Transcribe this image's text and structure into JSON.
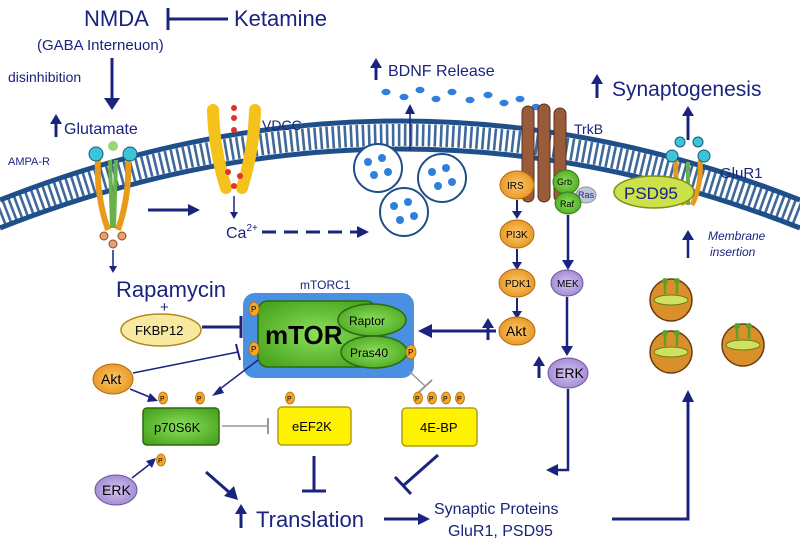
{
  "colors": {
    "navy": "#1a237e",
    "membrane_blue": "#1f4f8a",
    "orange": "#f5a623",
    "green": "#5cbf2a",
    "yellow": "#fff200",
    "purple": "#b29ad8",
    "mtor_blue": "#4a90e2",
    "brown": "#9a5b3a",
    "bdnf_blue": "#2f7fe0"
  },
  "top": {
    "nmda": "NMDA",
    "interneuron": "(GABA Interneuon)",
    "ketamine": "Ketamine",
    "disinhibition": "disinhibition",
    "glutamate": "Glutamate",
    "ampa": "AMPA-R",
    "vdcc": "VDCC",
    "bdnf": "BDNF Release",
    "synaptogenesis": "Synaptogenesis",
    "trkb": "TrkB",
    "glur1_receptor": "GluR1",
    "psd95_receptor": "PSD95",
    "calcium": "Ca",
    "calcium_sup": "2+"
  },
  "trk_pathway": {
    "irs": "IRS",
    "grb": "Grb",
    "ras": "Ras",
    "raf": "Raf",
    "pi3k": "PI3K",
    "mek": "MEK",
    "pdk1": "PDK1",
    "akt": "Akt",
    "erk": "ERK"
  },
  "mtor_complex": {
    "title": "mTORC1",
    "mtor": "mTOR",
    "raptor": "Raptor",
    "pras40": "Pras40",
    "rapamycin": "Rapamycin",
    "plus": "+",
    "fkbp12": "FKBP12"
  },
  "downstream": {
    "akt": "Akt",
    "erk": "ERK",
    "p70s6k": "p70S6K",
    "eef2k": "eEF2K",
    "fourebp": "4E-BP",
    "phospho": "P",
    "translation": "Translation",
    "synaptic_proteins": "Synaptic Proteins",
    "synaptic_proteins_list": "GluR1, PSD95",
    "membrane": "Membrane",
    "insertion": "insertion"
  }
}
